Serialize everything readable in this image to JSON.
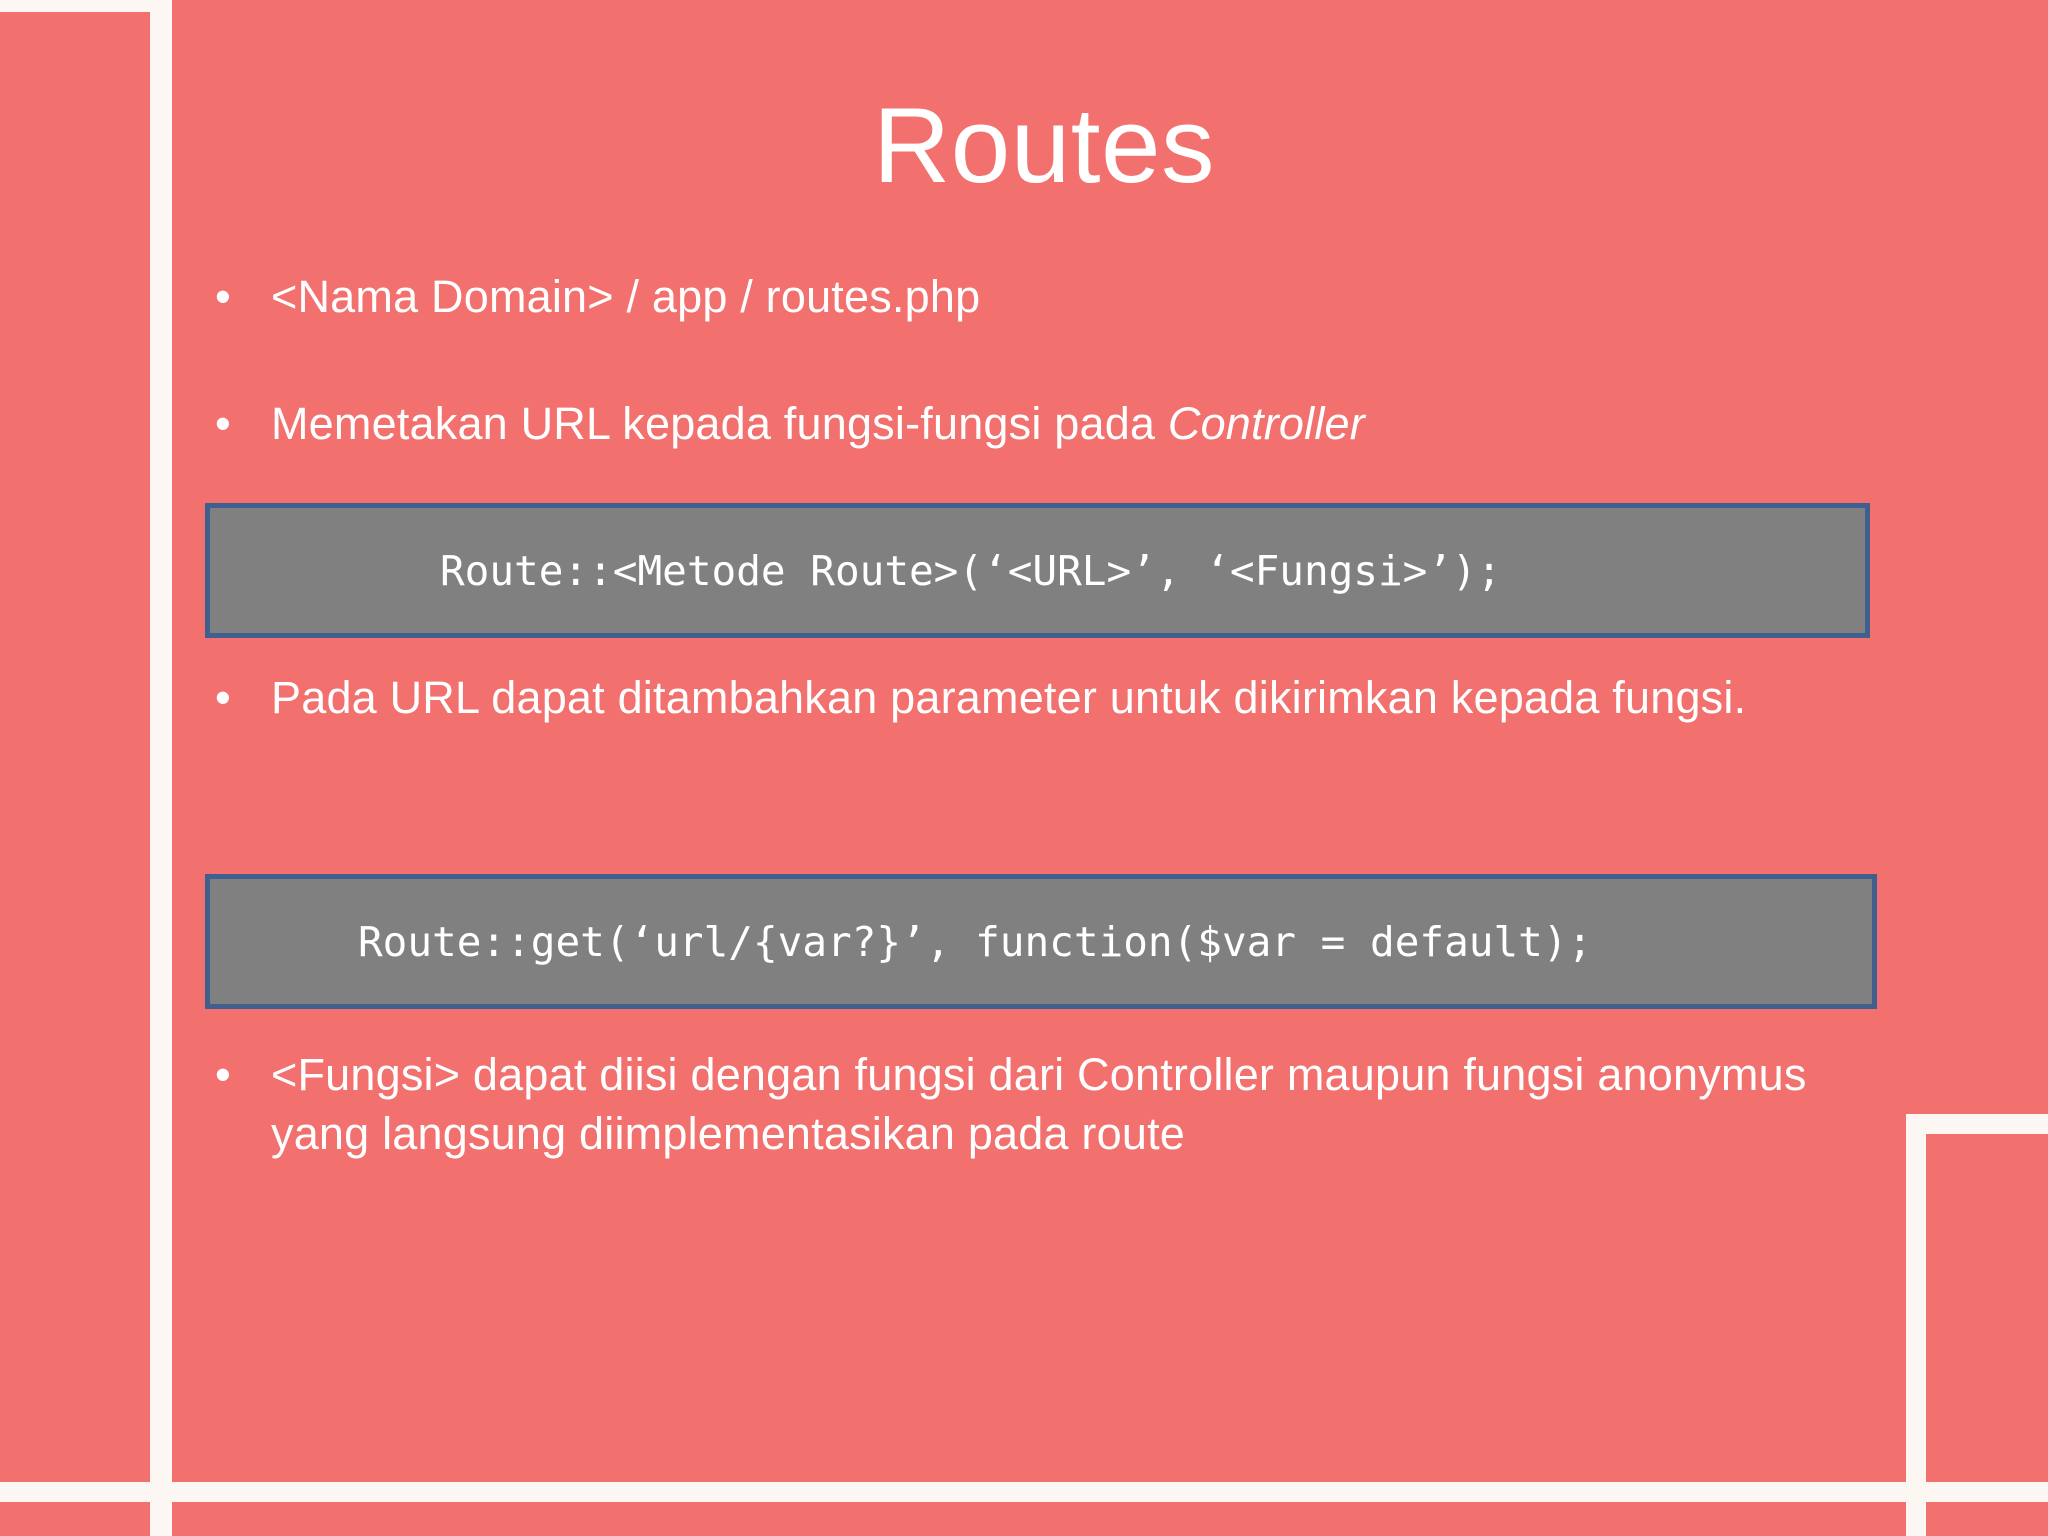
{
  "slide": {
    "title": "Routes",
    "background_color": "#F2706D",
    "text_color": "#FFFFFF",
    "deco_color": "#FDF7F4"
  },
  "bullets": [
    {
      "marker": "•",
      "text": " <Nama Domain> / app / routes.php",
      "italic_tail": ""
    },
    {
      "marker": "•",
      "text": "Memetakan URL kepada fungsi-fungsi pada ",
      "italic_tail": "Controller"
    },
    {
      "marker": "•",
      "text": "Pada URL dapat ditambahkan parameter untuk dikirimkan kepada fungsi.",
      "italic_tail": ""
    },
    {
      "marker": "•",
      "text": "<Fungsi>  dapat diisi dengan fungsi dari Controller maupun fungsi anonymus yang langsung diimplementasikan pada route",
      "italic_tail": ""
    }
  ],
  "code_blocks": [
    {
      "code": "Route::<Metode Route>(‘<URL>’, ‘<Fungsi>’);",
      "fill_color": "#808080",
      "border_color": "#3F5F8F"
    },
    {
      "code": "Route::get(‘url/{var?}’, function($var = default);",
      "fill_color": "#808080",
      "border_color": "#3F5F8F"
    }
  ]
}
